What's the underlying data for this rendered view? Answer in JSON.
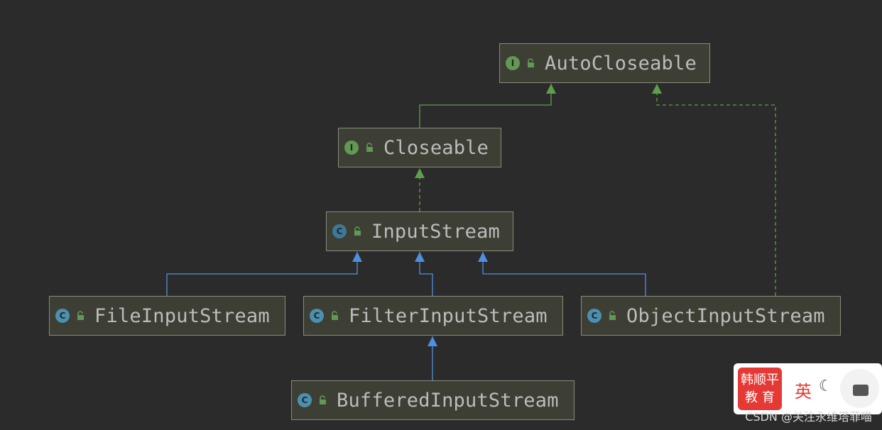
{
  "diagram": {
    "nodes": [
      {
        "id": "autocloseable",
        "kind": "interface",
        "label": "AutoCloseable"
      },
      {
        "id": "closeable",
        "kind": "interface",
        "label": "Closeable"
      },
      {
        "id": "inputstream",
        "kind": "abstract-class",
        "label": "InputStream"
      },
      {
        "id": "fileinputstream",
        "kind": "class",
        "label": "FileInputStream"
      },
      {
        "id": "filterinputstream",
        "kind": "class",
        "label": "FilterInputStream"
      },
      {
        "id": "objectinputstream",
        "kind": "class",
        "label": "ObjectInputStream"
      },
      {
        "id": "bufferedinputstream",
        "kind": "class",
        "label": "BufferedInputStream"
      }
    ],
    "edges": [
      {
        "from": "closeable",
        "to": "autocloseable",
        "type": "extends"
      },
      {
        "from": "inputstream",
        "to": "closeable",
        "type": "implements"
      },
      {
        "from": "fileinputstream",
        "to": "inputstream",
        "type": "extends"
      },
      {
        "from": "filterinputstream",
        "to": "inputstream",
        "type": "extends"
      },
      {
        "from": "objectinputstream",
        "to": "inputstream",
        "type": "extends"
      },
      {
        "from": "objectinputstream",
        "to": "autocloseable",
        "type": "implements"
      },
      {
        "from": "bufferedinputstream",
        "to": "filterinputstream",
        "type": "extends"
      }
    ]
  },
  "badges": {
    "interface": "I",
    "class": "C"
  },
  "colors": {
    "interface_edge": "#5f9e4a",
    "class_edge": "#4f8fe0",
    "node_fill": "#3d3f35",
    "node_border": "#8a8a7c"
  },
  "watermark": "CSDN @关注永维塔菲喵",
  "logo": {
    "line1": "韩顺平",
    "line2": "教 育",
    "lang": "英"
  }
}
